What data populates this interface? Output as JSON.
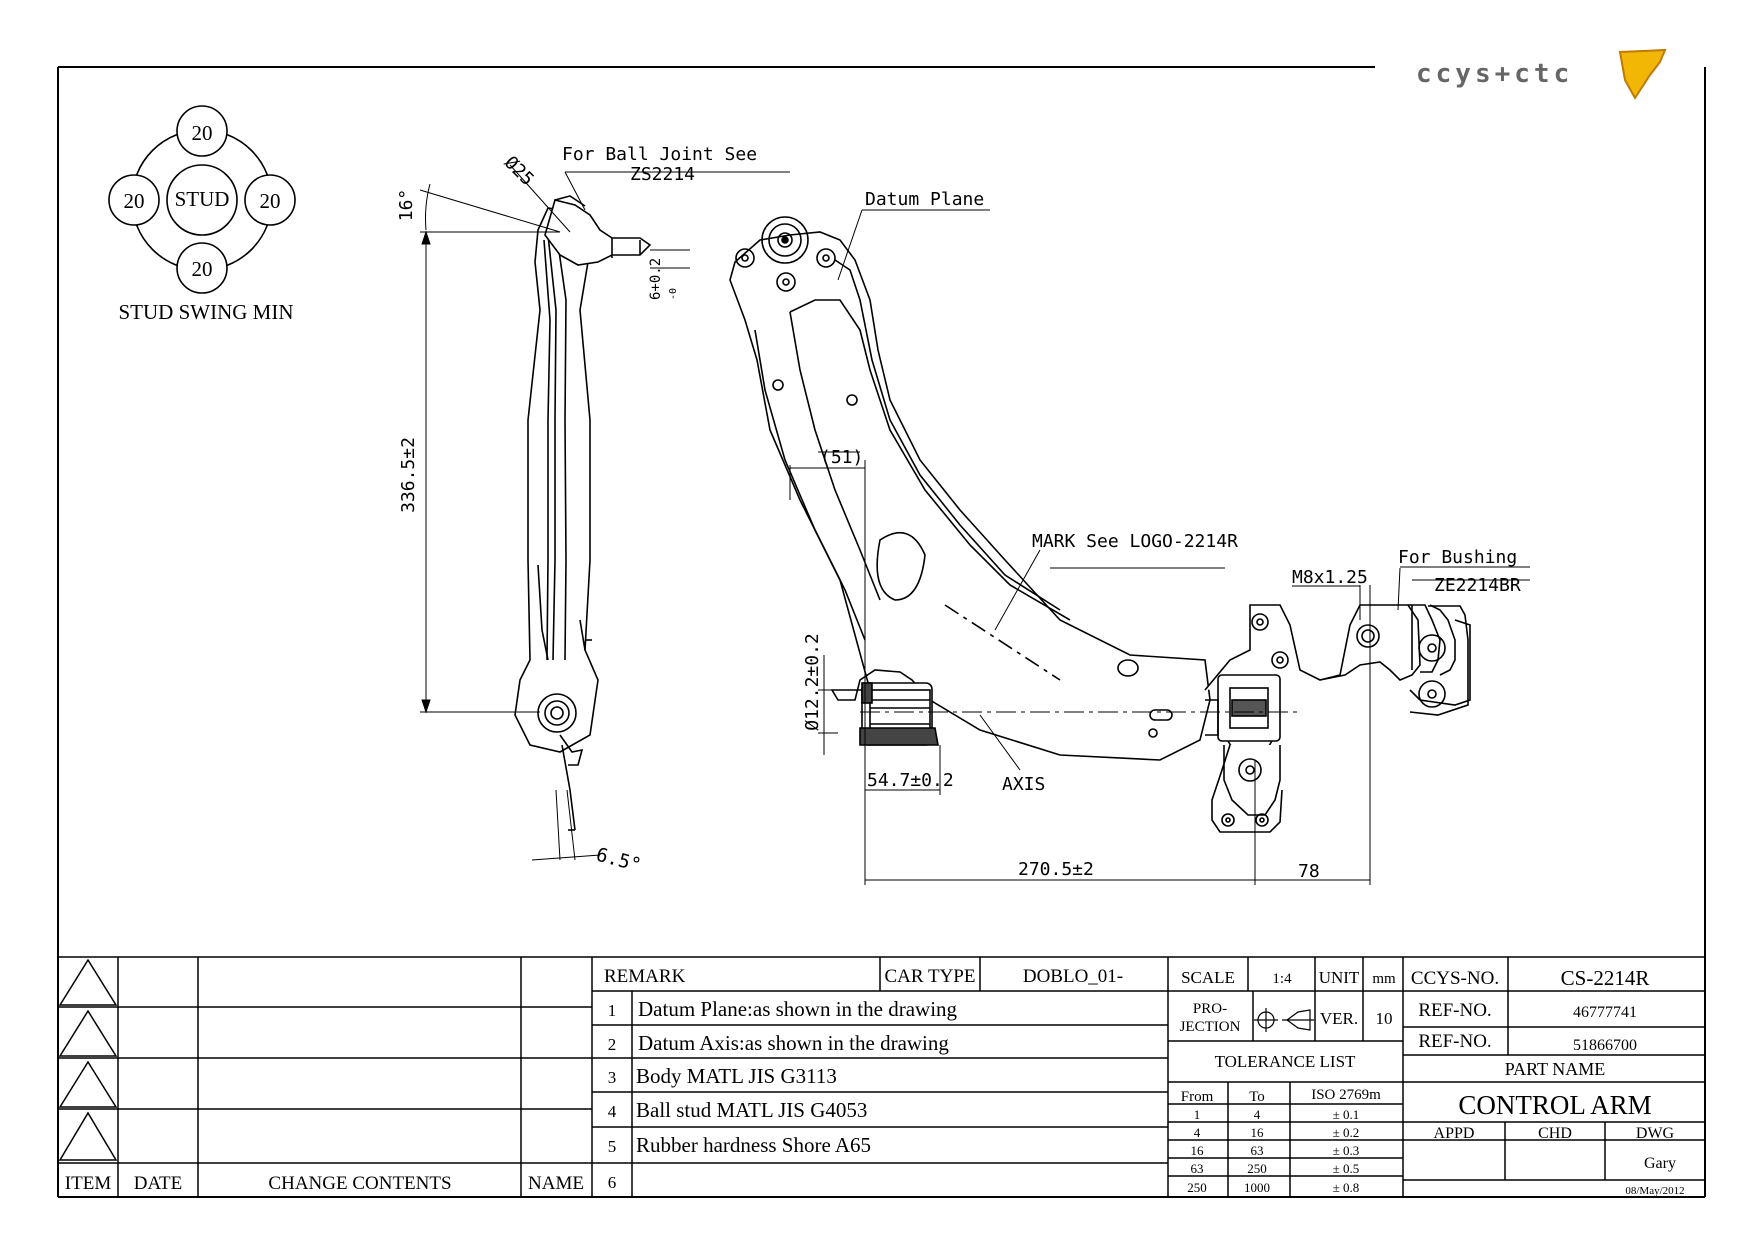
{
  "logo": {
    "text": "ccys+ctc"
  },
  "stud_swing": {
    "label": "STUD SWING MIN",
    "center": "STUD",
    "top": "20",
    "left": "20",
    "right": "20",
    "bottom": "20"
  },
  "annotations": {
    "ball_joint_1": "For Ball Joint See",
    "ball_joint_2": "ZS2214",
    "phi25": "Ø25",
    "angle16": "16°",
    "tol6": "6+0.2",
    "tol6b": "-0",
    "len336": "336.5±2",
    "angle65": "6.5°",
    "datum_plane": "Datum Plane",
    "dim51": "(51)",
    "mark": "MARK See LOGO-2214R",
    "bushing_1": "For Bushing",
    "bushing_2": "ZE2214BR",
    "m8": "M8x1.25",
    "phi122": "Ø12.2±0.2",
    "dim547": "54.7±0.2",
    "axis": "AXIS",
    "dim2705": "270.5±2",
    "dim78": "78"
  },
  "revision_table": {
    "headers": {
      "item": "ITEM",
      "date": "DATE",
      "change": "CHANGE CONTENTS",
      "name": "NAME"
    }
  },
  "remarks": {
    "title": "REMARK",
    "car_type_label": "CAR TYPE",
    "car_type_value": "DOBLO_01-",
    "items": [
      {
        "no": "1",
        "text": "Datum Plane:as shown in the drawing"
      },
      {
        "no": "2",
        "text": "Datum Axis:as shown in the drawing"
      },
      {
        "no": "3",
        "text": "Body MATL JIS G3113"
      },
      {
        "no": "4",
        "text": "Ball stud MATL JIS G4053"
      },
      {
        "no": "5",
        "text": "Rubber hardness Shore A65"
      },
      {
        "no": "6",
        "text": ""
      }
    ]
  },
  "scale_block": {
    "scale_label": "SCALE",
    "scale_value": "1:4",
    "unit_label": "UNIT",
    "unit_value": "mm",
    "projection_label_1": "PRO-",
    "projection_label_2": "JECTION",
    "ver_label": "VER.",
    "ver_value": "10"
  },
  "tolerance": {
    "title": "TOLERANCE LIST",
    "headers": [
      "From",
      "To",
      "ISO 2769m"
    ],
    "rows": [
      [
        "1",
        "4",
        "± 0.1"
      ],
      [
        "4",
        "16",
        "± 0.2"
      ],
      [
        "16",
        "63",
        "± 0.3"
      ],
      [
        "63",
        "250",
        "± 0.5"
      ],
      [
        "250",
        "1000",
        "± 0.8"
      ]
    ]
  },
  "title_block": {
    "ccys_label": "CCYS-NO.",
    "ccys_value": "CS-2214R",
    "ref1_label": "REF-NO.",
    "ref1_value": "46777741",
    "ref2_label": "REF-NO.",
    "ref2_value": "51866700",
    "part_name_label": "PART NAME",
    "part_name_value": "CONTROL ARM",
    "appd": "APPD",
    "chd": "CHD",
    "dwg": "DWG",
    "drawer": "Gary",
    "date": "08/May/2012"
  }
}
